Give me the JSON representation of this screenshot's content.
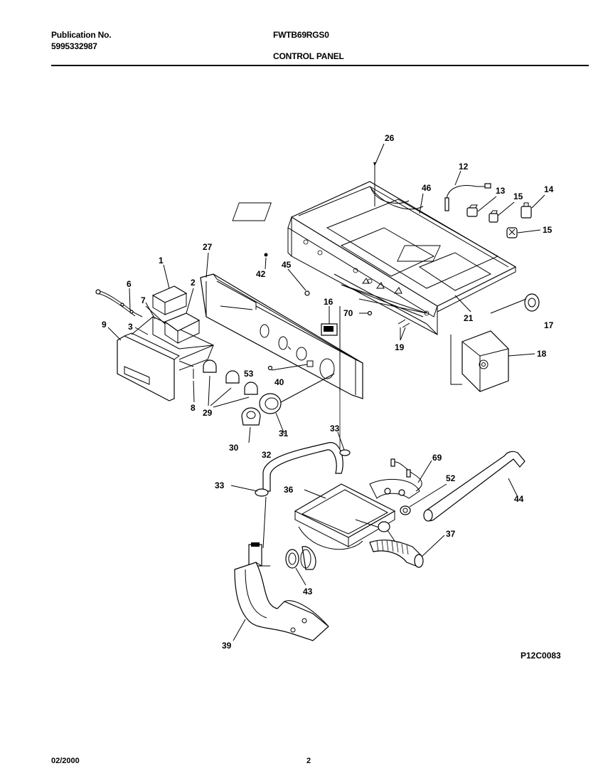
{
  "header": {
    "publication_label": "Publication No.",
    "publication_number": "5995332987",
    "model": "FWTB69RGS0",
    "section": "CONTROL PANEL"
  },
  "diagram": {
    "code": "P12C0083",
    "callouts": [
      {
        "id": "c26",
        "text": "26"
      },
      {
        "id": "c12",
        "text": "12"
      },
      {
        "id": "c46",
        "text": "46"
      },
      {
        "id": "c13",
        "text": "13"
      },
      {
        "id": "c15a",
        "text": "15"
      },
      {
        "id": "c14",
        "text": "14"
      },
      {
        "id": "c15b",
        "text": "15"
      },
      {
        "id": "c27",
        "text": "27"
      },
      {
        "id": "c1",
        "text": "1"
      },
      {
        "id": "c42",
        "text": "42"
      },
      {
        "id": "c45",
        "text": "45"
      },
      {
        "id": "c2",
        "text": "2"
      },
      {
        "id": "c6",
        "text": "6"
      },
      {
        "id": "c7",
        "text": "7"
      },
      {
        "id": "c16",
        "text": "16"
      },
      {
        "id": "c70",
        "text": "70"
      },
      {
        "id": "c21",
        "text": "21"
      },
      {
        "id": "c17",
        "text": "17"
      },
      {
        "id": "c9",
        "text": "9"
      },
      {
        "id": "c3",
        "text": "3"
      },
      {
        "id": "c19",
        "text": "19"
      },
      {
        "id": "c18",
        "text": "18"
      },
      {
        "id": "c53",
        "text": "53"
      },
      {
        "id": "c40",
        "text": "40"
      },
      {
        "id": "c8",
        "text": "8"
      },
      {
        "id": "c29",
        "text": "29"
      },
      {
        "id": "c31",
        "text": "31"
      },
      {
        "id": "c30",
        "text": "30"
      },
      {
        "id": "c33a",
        "text": "33"
      },
      {
        "id": "c32",
        "text": "32"
      },
      {
        "id": "c69",
        "text": "69"
      },
      {
        "id": "c52",
        "text": "52"
      },
      {
        "id": "c44",
        "text": "44"
      },
      {
        "id": "c33b",
        "text": "33"
      },
      {
        "id": "c36",
        "text": "36"
      },
      {
        "id": "c37",
        "text": "37"
      },
      {
        "id": "c43",
        "text": "43"
      },
      {
        "id": "c39",
        "text": "39"
      }
    ]
  },
  "footer": {
    "date": "02/2000",
    "page": "2"
  }
}
